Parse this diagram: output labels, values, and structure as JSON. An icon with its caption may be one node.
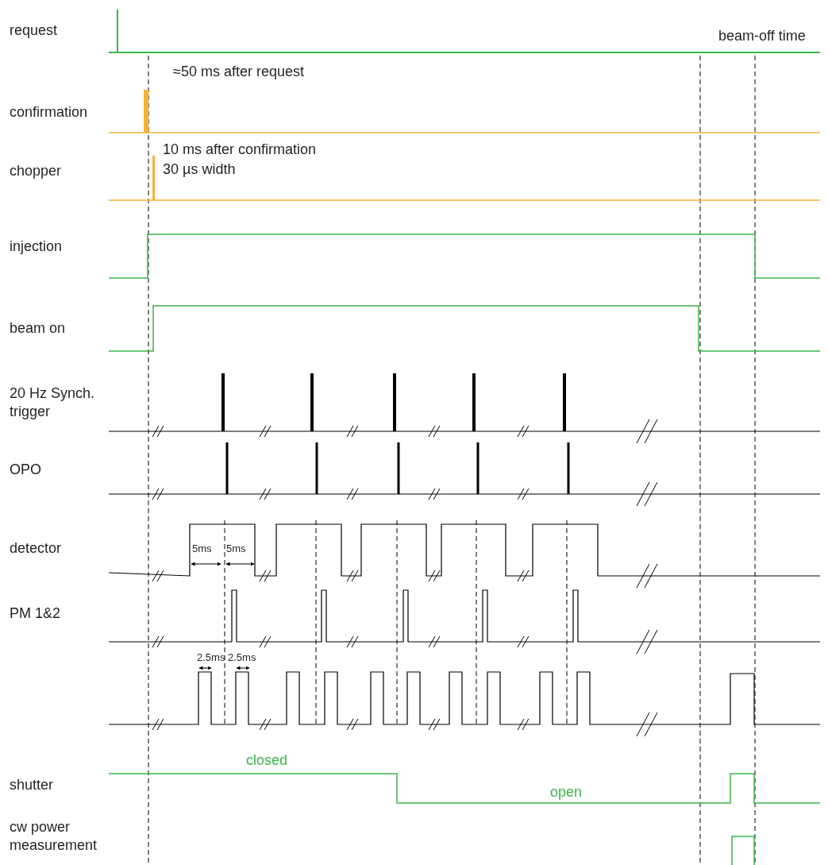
{
  "diagram": {
    "labels": [
      "request",
      "beam-off time",
      "≈50 ms after request",
      "confirmation",
      "10 ms after confirmation",
      "chopper",
      "30 µs width",
      "injection",
      "beam on",
      "20 Hz Synch. trigger",
      "OPO",
      "detector",
      "5ms",
      "5ms",
      "PM 1&2",
      "2.5ms",
      "2.5ms",
      "closed",
      "shutter",
      "open",
      "cw power measurement"
    ]
  }
}
